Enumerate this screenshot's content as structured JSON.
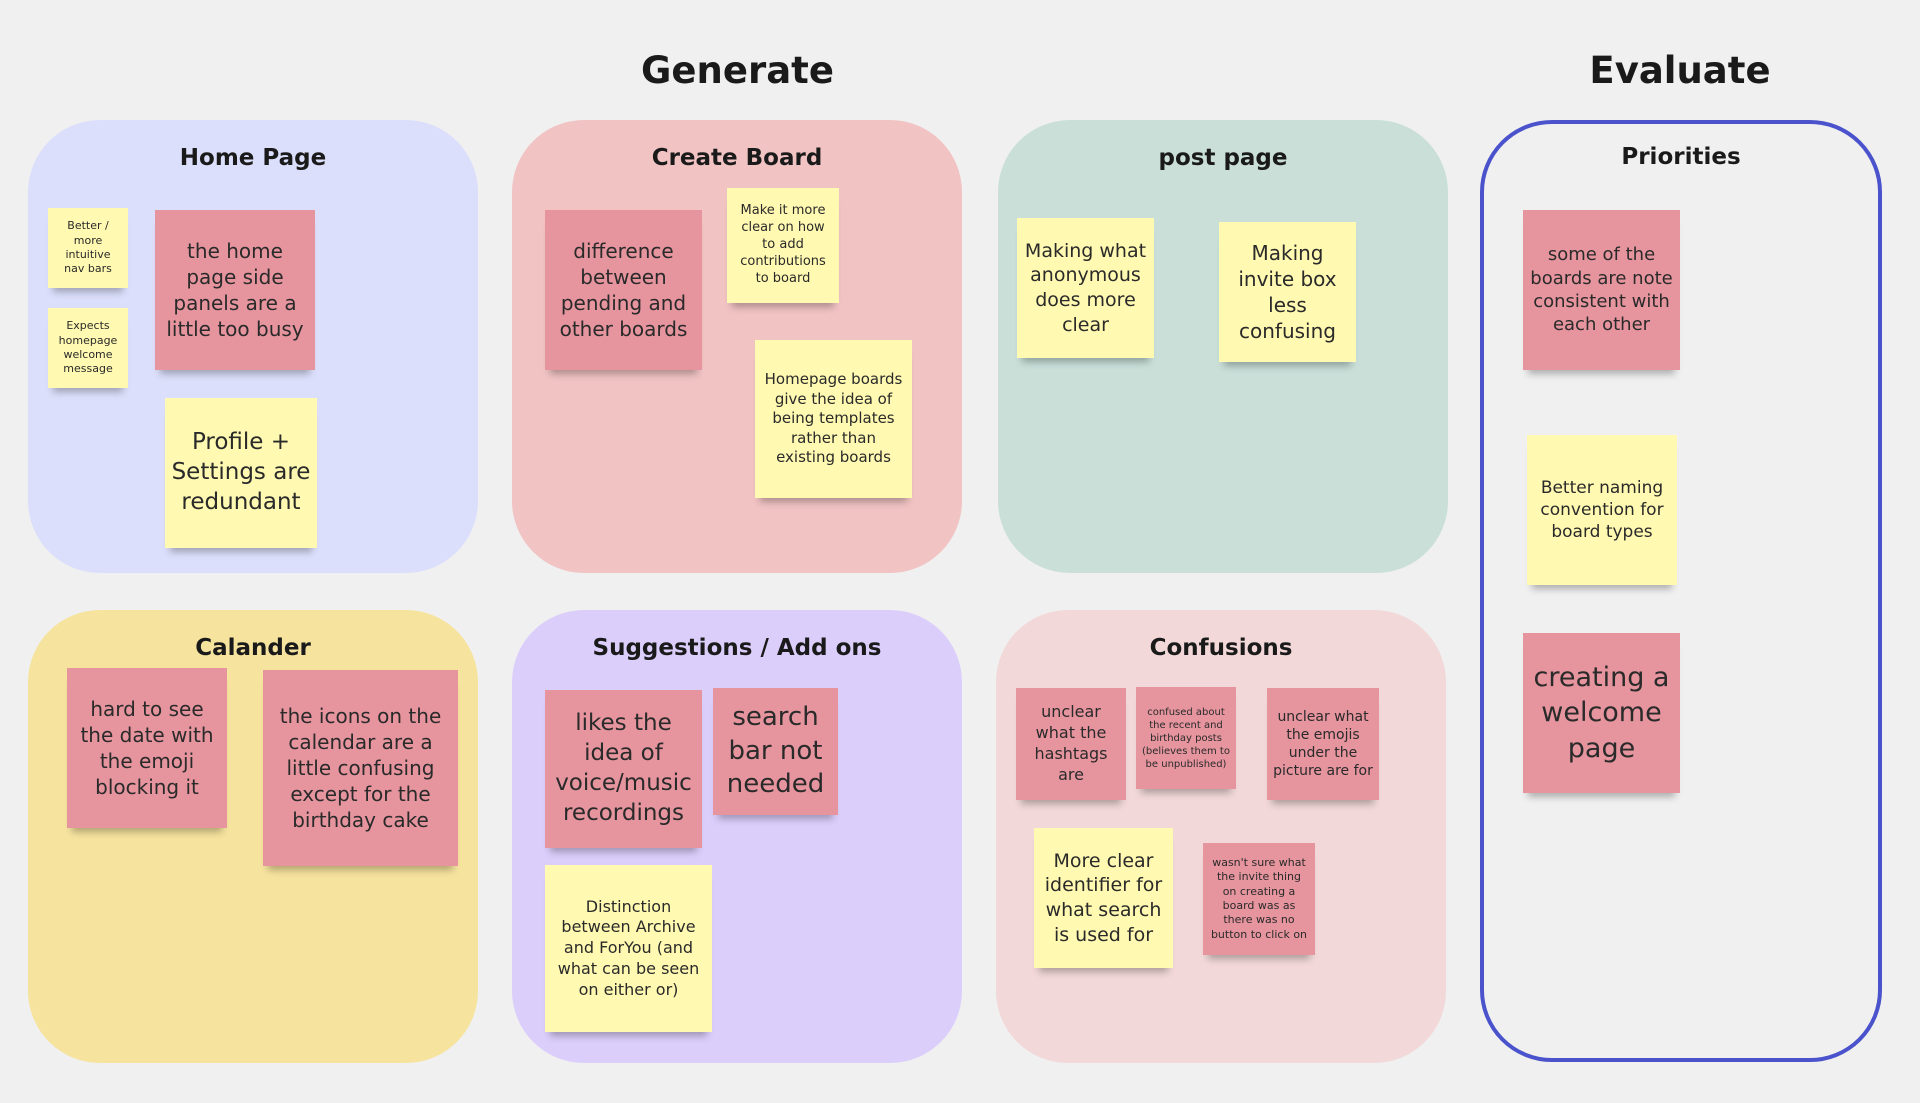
{
  "colors": {
    "background": "#f0f0f0",
    "note_yellow": "#fff9b1",
    "note_pink": "#e6959e",
    "home_page_bg": "#dcdffb",
    "create_board_bg": "#f1c3c3",
    "post_page_bg": "#c9dfd8",
    "calander_bg": "#f6e39e",
    "suggestions_bg": "#dccefb",
    "confusions_bg": "#f2d8d8",
    "priorities_border": "#4a52cc"
  },
  "headings": {
    "generate": "Generate",
    "evaluate": "Evaluate"
  },
  "clusters": {
    "home_page": {
      "title": "Home Page",
      "notes": [
        "Better / more intuitive nav bars",
        "Expects homepage welcome message",
        "the home page side panels are a little too busy",
        "Profile + Settings are redundant"
      ]
    },
    "create_board": {
      "title": "Create Board",
      "notes": [
        "difference between pending and other boards",
        "Make it more clear on how to add contributions to board",
        "Homepage boards give the idea of being templates rather than existing boards"
      ]
    },
    "post_page": {
      "title": "post page",
      "notes": [
        "Making what anonymous does more clear",
        "Making invite box less confusing"
      ]
    },
    "calander": {
      "title": "Calander",
      "notes": [
        "hard to see the date with the emoji blocking it",
        "the icons on the calendar are a little confusing except for the birthday cake"
      ]
    },
    "suggestions": {
      "title": "Suggestions / Add ons",
      "notes": [
        "likes the idea of voice/music recordings",
        "search bar not needed",
        "Distinction between Archive and ForYou (and what can be seen on either or)"
      ]
    },
    "confusions": {
      "title": "Confusions",
      "notes": [
        "unclear what the hashtags are",
        "confused about the recent and birthday posts (believes them to be unpublished)",
        "unclear what the emojis under the picture are for",
        "More clear identifier for what search is used for",
        "wasn't sure what the invite thing on creating a board was as there was no button to click on"
      ]
    },
    "priorities": {
      "title": "Priorities",
      "notes": [
        "some of the boards are note consistent with each other",
        "Better naming convention for board types",
        "creating a welcome page"
      ]
    }
  }
}
